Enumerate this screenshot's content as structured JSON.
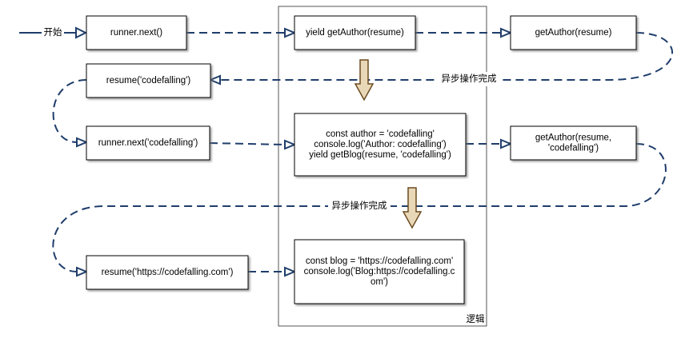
{
  "diagram": {
    "start_label": "开始",
    "logic_label": "逻辑",
    "async_done_label": "异步操作完成",
    "nodes": {
      "runner_next": [
        "runner.next()"
      ],
      "yield_get_author": [
        "yield getAuthor(resume)"
      ],
      "get_author": [
        "getAuthor(resume)"
      ],
      "resume_codefalling": [
        "resume('codefalling')"
      ],
      "runner_next_codefalling": [
        "runner.next('codefalling')"
      ],
      "author_block": [
        "const author = 'codefalling'",
        "console.log('Author: codefalling')",
        "yield getBlog(resume, 'codefalling')"
      ],
      "get_author_codefalling": [
        "getAuthor(resume,",
        "'codefalling')"
      ],
      "resume_url": [
        "resume('https://codefalling.com')"
      ],
      "blog_block": [
        "const blog = 'https://codefalling.com'",
        "console.log('Blog:https://codefalling.c",
        "om')"
      ]
    }
  }
}
